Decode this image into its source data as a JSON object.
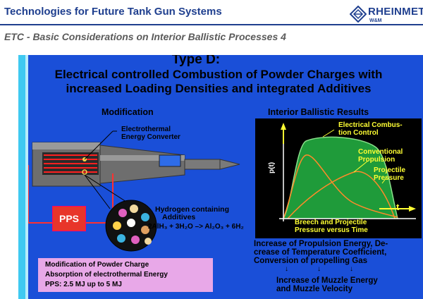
{
  "header": {
    "title": "Technologies for Future Tank Gun Systems",
    "brand": "RHEINMETA",
    "brand_sub": "W&M"
  },
  "subtitle": "ETC  -  Basic Considerations on Interior Ballistic Processes 4",
  "slide": {
    "title_line1": "Type D:",
    "title_line2": "Electrical controlled Combustion of Powder Charges with",
    "title_line3": "increased Loading Densities and integrated Additives",
    "modification_heading": "Modification",
    "results_heading": "Interior Ballistic Results",
    "converter_label_1": "Electrothermal",
    "converter_label_2": "Energy Converter",
    "pps_label": "PPS",
    "hydrogen_label_1": "Hydrogen containing",
    "hydrogen_label_2": "Additives",
    "equation": "2AlH₃ + 3H₂O –> Al₂O₃ + 6H₂",
    "box_lines": [
      "Modification of Powder Charge",
      "Absorption of electrothermal Energy",
      "PPS: 2.5 MJ up to 5 MJ"
    ],
    "graph": {
      "y_axis_label": "p(t)",
      "x_axis_label": "t",
      "legend_1_line1": "Electrical Combus-",
      "legend_1_line2": "tion Control",
      "legend_2_line1": "Conventional",
      "legend_2_line2": "Propulsion",
      "legend_3_line1": "Projectile",
      "legend_3_line2": "Pressure",
      "caption_1": "Breech and Projectile",
      "caption_2": "Pressure versus Time"
    },
    "results_lines": [
      "Increase of Propulsion Energy, De-",
      "crease of Temperature Coefficient,",
      "Conversion of propelling Gas"
    ],
    "conclusion_1": "Increase of Muzzle Energy",
    "conclusion_2": "and Muzzle Velocity"
  },
  "colors": {
    "header_blue": "#1f3f8f",
    "slide_blue": "#1a4fd8",
    "graph_green": "#1f9b3a",
    "pps_red": "#e8352a",
    "pink_box": "#e8a8e8",
    "label_yellow": "#ffff33"
  }
}
